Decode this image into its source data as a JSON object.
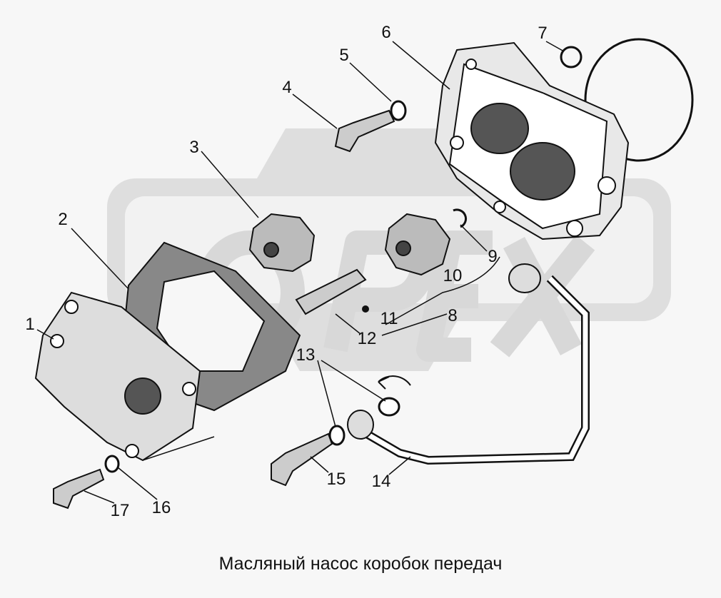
{
  "title": "Масляный насос коробок передач",
  "watermark": "OPEX",
  "callouts": [
    "1",
    "2",
    "3",
    "4",
    "5",
    "6",
    "7",
    "8",
    "9",
    "10",
    "11",
    "12",
    "13",
    "14",
    "15",
    "16",
    "17"
  ]
}
